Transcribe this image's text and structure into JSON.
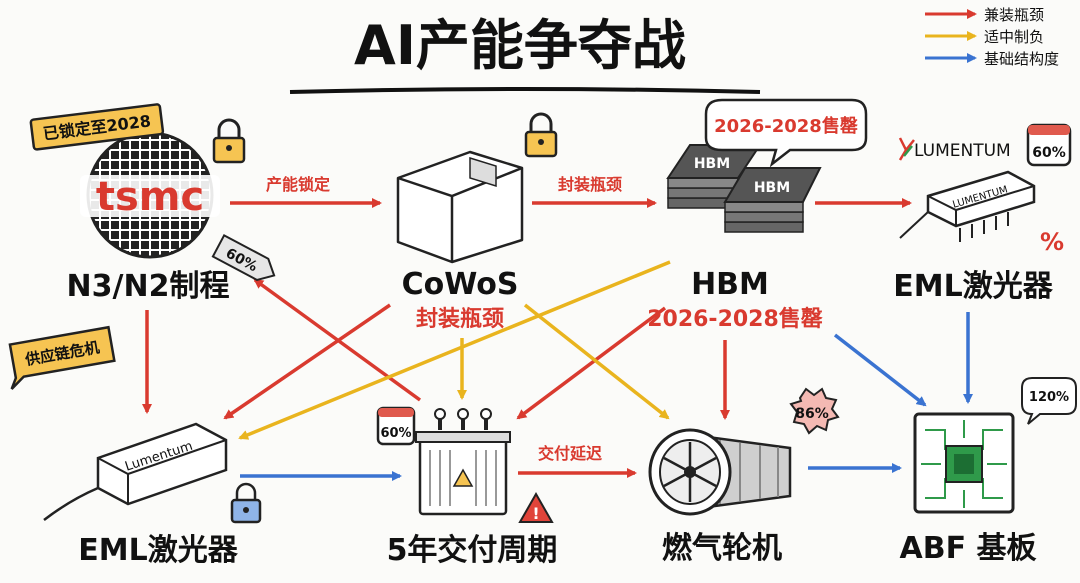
{
  "title": "AI产能争夺战",
  "legend": [
    {
      "label": "兼装瓶颈",
      "color": "#d93a2f"
    },
    {
      "label": "适中制负",
      "color": "#e9b41e"
    },
    {
      "label": "基础结构度",
      "color": "#3a73d1"
    }
  ],
  "colors": {
    "red": "#d93a2f",
    "yellow": "#e9b41e",
    "blue": "#3a73d1",
    "badge": "#f6c452"
  },
  "nodes": {
    "tsmc": {
      "name": "N3/N2制程",
      "logo": "tsmc",
      "badge": "已锁定至2028",
      "tag": "60%",
      "note": "供应链危机"
    },
    "cowos": {
      "name": "CoWoS",
      "sub": "封装瓶颈"
    },
    "hbm": {
      "name": "HBM",
      "sub": "2026-2028售罄",
      "bubble": "2026-2028售罄",
      "chip_label": "HBM"
    },
    "eml_top": {
      "name": "EML激光器",
      "brand": "LUMENTUM",
      "chip_label": "LUMENTUM",
      "badge": "60%",
      "percent": "%"
    },
    "eml_bottom": {
      "name": "EML激光器",
      "chip_label": "Lumentum"
    },
    "transformer": {
      "name": "5年交付周期",
      "badge": "60%"
    },
    "turbine": {
      "name": "燃气轮机",
      "badge": "86%"
    },
    "abf": {
      "name": "ABF 基板",
      "badge": "120%"
    }
  },
  "edges": {
    "tsmc_cowos": "产能锁定",
    "cowos_hbm": "封装瓶颈",
    "transformer_turbine": "交付延迟"
  }
}
